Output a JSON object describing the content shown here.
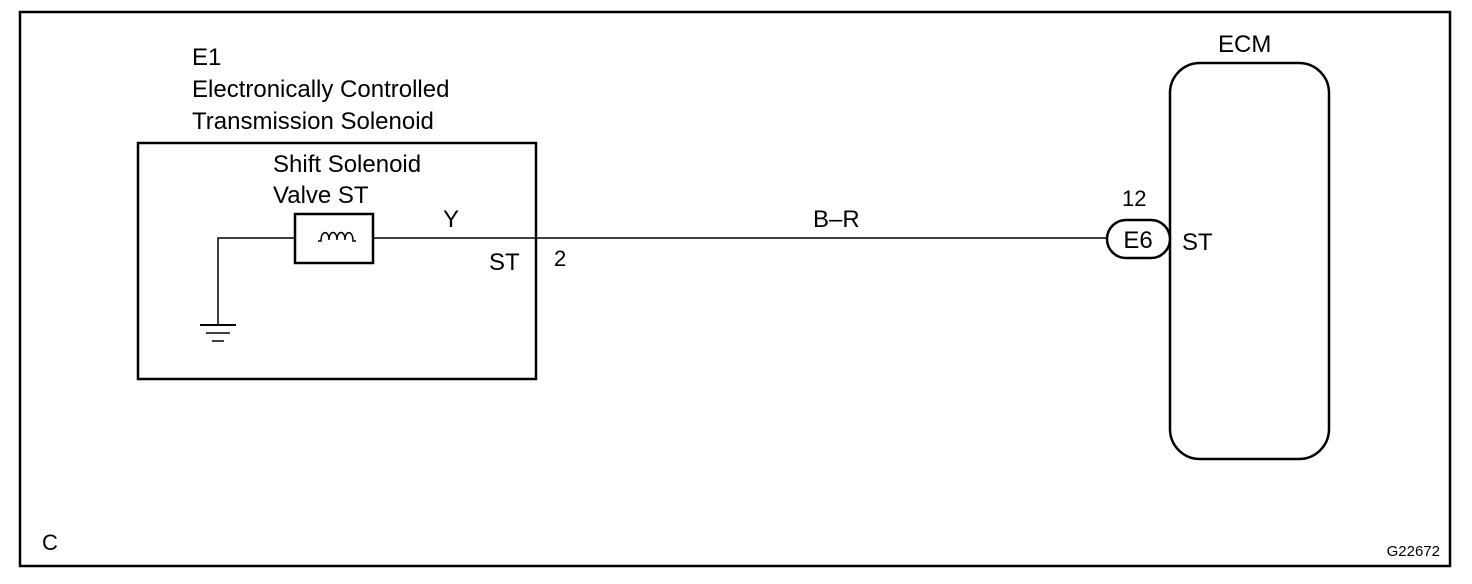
{
  "colors": {
    "ink": "#000000",
    "background": "#ffffff"
  },
  "component_e1": {
    "code": "E1",
    "name_line1": "Electronically Controlled",
    "name_line2": "Transmission Solenoid",
    "valve_line1": "Shift Solenoid",
    "valve_line2": "Valve ST",
    "terminal_name": "ST",
    "pin_number": "2",
    "coil_wire_color": "Y"
  },
  "harness": {
    "wire_color": "B–R"
  },
  "ecm": {
    "title": "ECM",
    "connector_code": "E6",
    "pin_number": "12",
    "terminal_name": "ST"
  },
  "frame": {
    "corner_label": "C",
    "figure_id": "G22672"
  },
  "icons": [
    "coil-icon",
    "ground-icon"
  ]
}
